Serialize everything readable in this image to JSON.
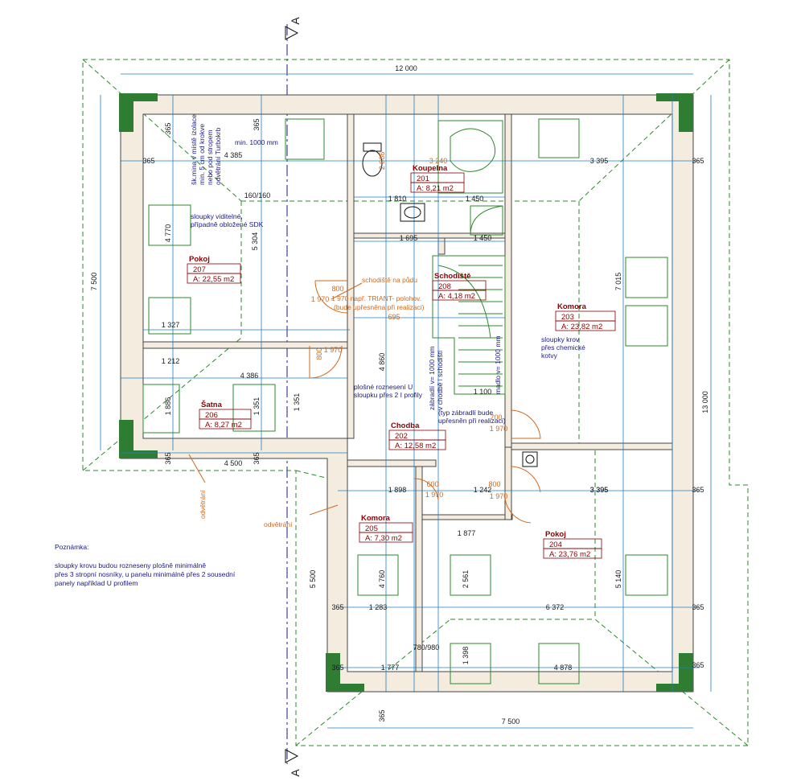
{
  "section_marks": [
    "A",
    "A"
  ],
  "overall_dims": {
    "top": "12 000",
    "left": "7 500",
    "right": "13 000",
    "bottom": "7 500"
  },
  "rooms": [
    {
      "name": "Pokoj",
      "num": "207",
      "area": "A: 22,55 m2"
    },
    {
      "name": "Koupelna",
      "num": "201",
      "area": "A: 8,21 m2"
    },
    {
      "name": "Schodiště",
      "num": "208",
      "area": "A: 4,18 m2"
    },
    {
      "name": "Komora",
      "num": "203",
      "area": "A: 23,82 m2"
    },
    {
      "name": "Šatna",
      "num": "206",
      "area": "A: 8,27 m2"
    },
    {
      "name": "Chodba",
      "num": "202",
      "area": "A: 12,58 m2"
    },
    {
      "name": "Komora",
      "num": "205",
      "area": "A: 7,30 m2"
    },
    {
      "name": "Pokoj",
      "num": "204",
      "area": "A: 23,76 m2"
    }
  ],
  "dims_black": [
    "4 385",
    "3 395",
    "365",
    "365",
    "365",
    "365",
    "4 770",
    "5 304",
    "1 327",
    "1 212",
    "4 386",
    "1 886",
    "1 351",
    "1 351",
    "4 500",
    "365",
    "365",
    "4 860",
    "3 395",
    "7 015",
    "1 810",
    "1 450",
    "1 695",
    "1 450",
    "1 898",
    "1 242",
    "3 395",
    "1 877",
    "5 140",
    "5 500",
    "4 760",
    "2 561",
    "1 283",
    "6 372",
    "1 777",
    "4 878",
    "1 398",
    "365",
    "365",
    "365",
    "365",
    "365",
    "365"
  ],
  "dims_orange": [
    "800",
    "1 970",
    "800",
    "1 970",
    "700",
    "1 970",
    "800",
    "1 970",
    "600",
    "1 970",
    "2 086",
    "3 240",
    "780/980",
    "160/160",
    "695",
    "1 100"
  ],
  "notes": {
    "nika": [
      "šk.mina v místě izolace",
      "min. 5 cm od krokve",
      "nebo pod stropem",
      "odvětrání Turbokrb"
    ],
    "min1000": "min. 1000 mm",
    "sloupky": [
      "sloupky viditelné,",
      "případně obložené SDK"
    ],
    "schodiste": [
      "schodiště na půdu",
      "1 970 např. TRIANT- polohov.",
      "(bude upřesněna při realizaci)"
    ],
    "roznes": [
      "plošné roznesení U",
      "sloupku přes 2 I profily"
    ],
    "zabradli": [
      "zábradlí v= 1000 mm",
      "v chodbě i schodišti"
    ],
    "madlo": "madlo v= 1000 mm",
    "upresnen": [
      "(typ zábradlí bude",
      "upřesněn při realizaci)"
    ],
    "komora_note": [
      "sloupky krov",
      "přes chemické",
      "kotvy"
    ],
    "odvetrani1": "odvětrání",
    "odvetrani2": "odvětrání"
  },
  "poznamka": {
    "title": "Poznámka:",
    "lines": [
      "sloupky krovu budou rozneseny plošně minimálně",
      "přes 3 stropní nosníky, u panelu minimálně přes 2 sousední",
      "panely například U profilem"
    ]
  }
}
